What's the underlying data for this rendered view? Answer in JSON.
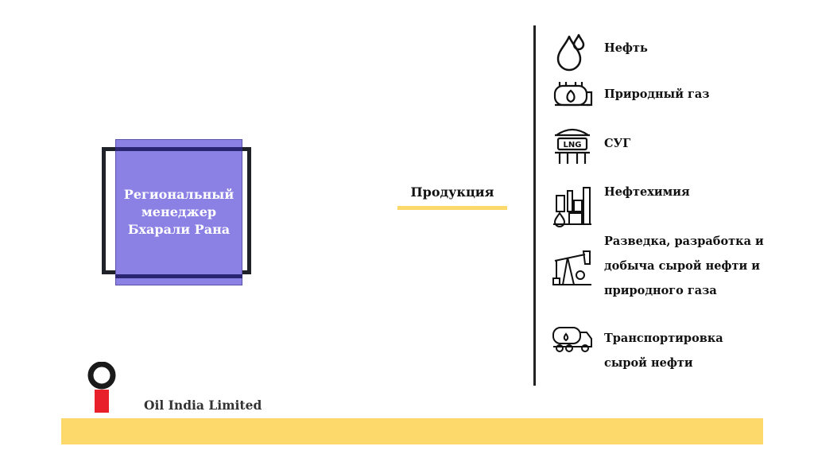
{
  "manager": {
    "text": "Региональный\nменеджер\nБхарали Рана"
  },
  "products": {
    "title": "Продукция"
  },
  "items": [
    {
      "label": "Нефть",
      "icon": "oil-drop-icon"
    },
    {
      "label": "Природный газ",
      "icon": "gas-tank-icon"
    },
    {
      "label": "СУГ",
      "icon": "lng-tank-icon"
    },
    {
      "label": "Нефтехимия",
      "icon": "petrochemical-plant-icon"
    },
    {
      "label": "Разведка, разработка и\nдобыча сырой нефти и\nприродного газа",
      "icon": "oil-pump-jack-icon"
    },
    {
      "label": "Транспортировка\nсырой нефти",
      "icon": "tanker-truck-icon"
    }
  ],
  "lng_badge": "LNG",
  "company": {
    "name": "Oil India Limited"
  },
  "colors": {
    "accent_yellow": "#fdd86a",
    "manager_box": "#8b80e4",
    "logo_red": "#e8202a",
    "logo_black": "#1a1a1a"
  }
}
